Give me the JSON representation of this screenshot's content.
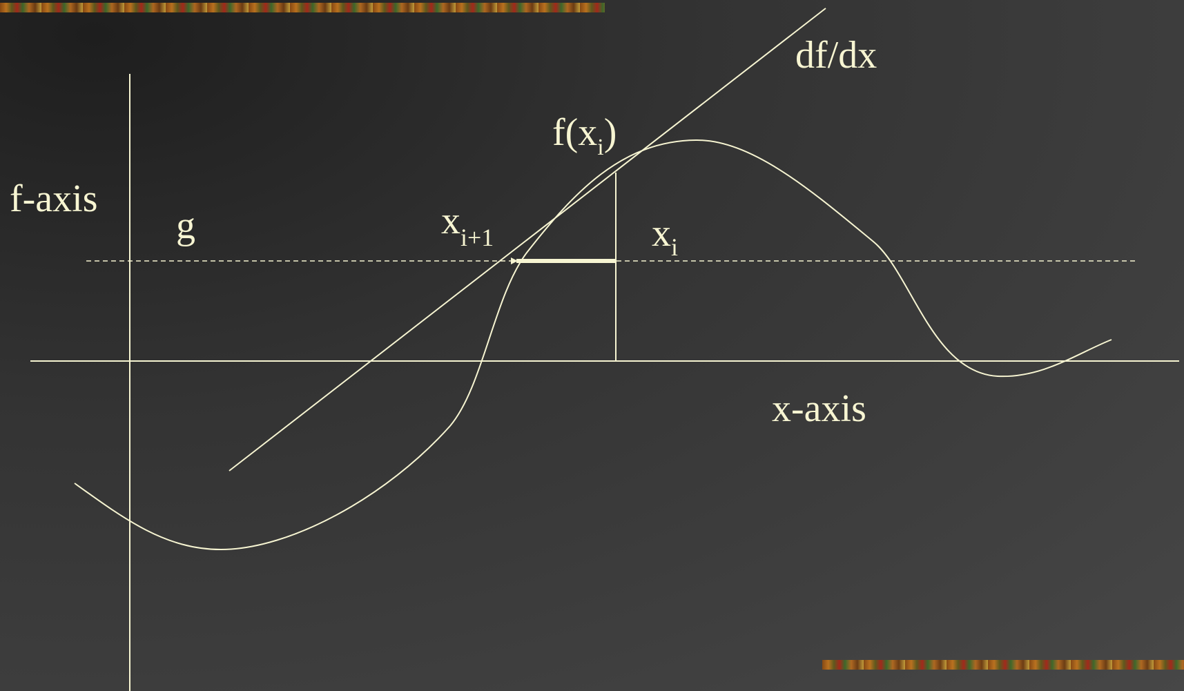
{
  "labels": {
    "f_axis": "f-axis",
    "x_axis": "x-axis",
    "tangent": "df/dx",
    "g": "g",
    "f_xi": {
      "prefix": "f(x",
      "sub": "i",
      "suffix": ")"
    },
    "x_i": {
      "base": "x",
      "sub": "i"
    },
    "x_i1": {
      "base": "x",
      "sub": "i+1"
    }
  },
  "colors": {
    "line": "#f7f5d2",
    "text": "#f7f5d2"
  }
}
